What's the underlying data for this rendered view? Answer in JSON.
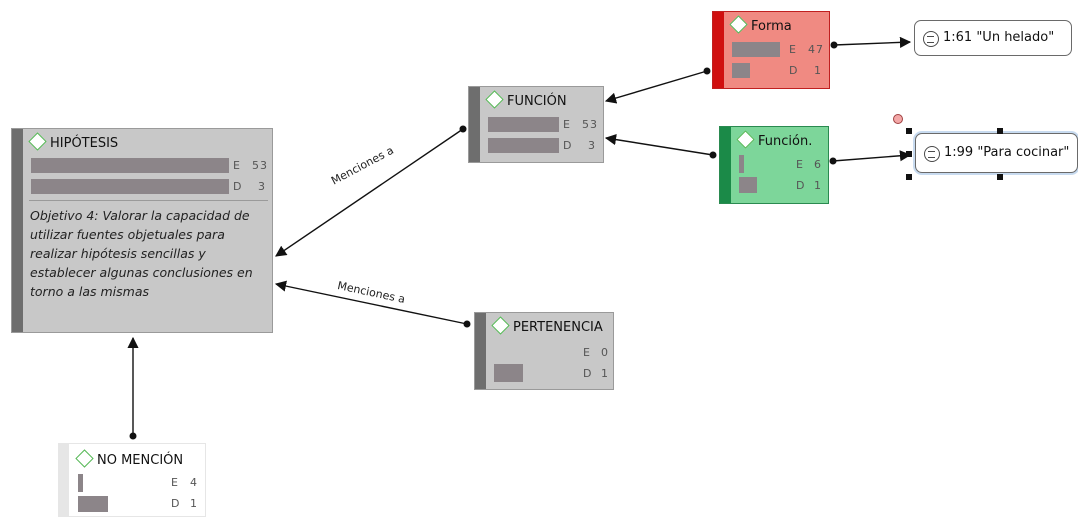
{
  "nodes": {
    "hipotesis": {
      "title": "HIPÓTESIS",
      "e_label": "E",
      "e_value": "53",
      "d_label": "D",
      "d_value": "3",
      "description": "Objetivo 4: Valorar la capacidad de utilizar fuentes objetuales para realizar hipótesis sencillas y establecer algunas conclusiones en torno a las mismas"
    },
    "funcion": {
      "title": "FUNCIÓN",
      "e_label": "E",
      "e_value": "53",
      "d_label": "D",
      "d_value": "3"
    },
    "forma": {
      "title": "Forma",
      "e_label": "E",
      "e_value": "47",
      "d_label": "D",
      "d_value": "1"
    },
    "funcion_dot": {
      "title": "Función.",
      "e_label": "E",
      "e_value": "6",
      "d_label": "D",
      "d_value": "1"
    },
    "pertenencia": {
      "title": "PERTENENCIA",
      "e_label": "E",
      "e_value": "0",
      "d_label": "D",
      "d_value": "1"
    },
    "no_mencion": {
      "title": "NO MENCIÓN",
      "e_label": "E",
      "e_value": "4",
      "d_label": "D",
      "d_value": "1"
    }
  },
  "quotations": {
    "q1": {
      "label": "1:61 \"Un helado\""
    },
    "q2": {
      "label": "1:99 \"Para cocinar\""
    }
  },
  "edge_labels": {
    "funcion_hipotesis": "Menciones a",
    "pertenencia_hipotesis": "Menciones a"
  },
  "colors": {
    "node_gray": "#c8c8c8",
    "stripe_gray": "#6e6e6e",
    "forma_fill": "#f08a82",
    "forma_stripe": "#d01010",
    "funcion_dot_fill": "#7dd69a",
    "funcion_dot_stripe": "#1b8a48",
    "bar": "#8c8589",
    "code_diamond": "#55b855"
  }
}
